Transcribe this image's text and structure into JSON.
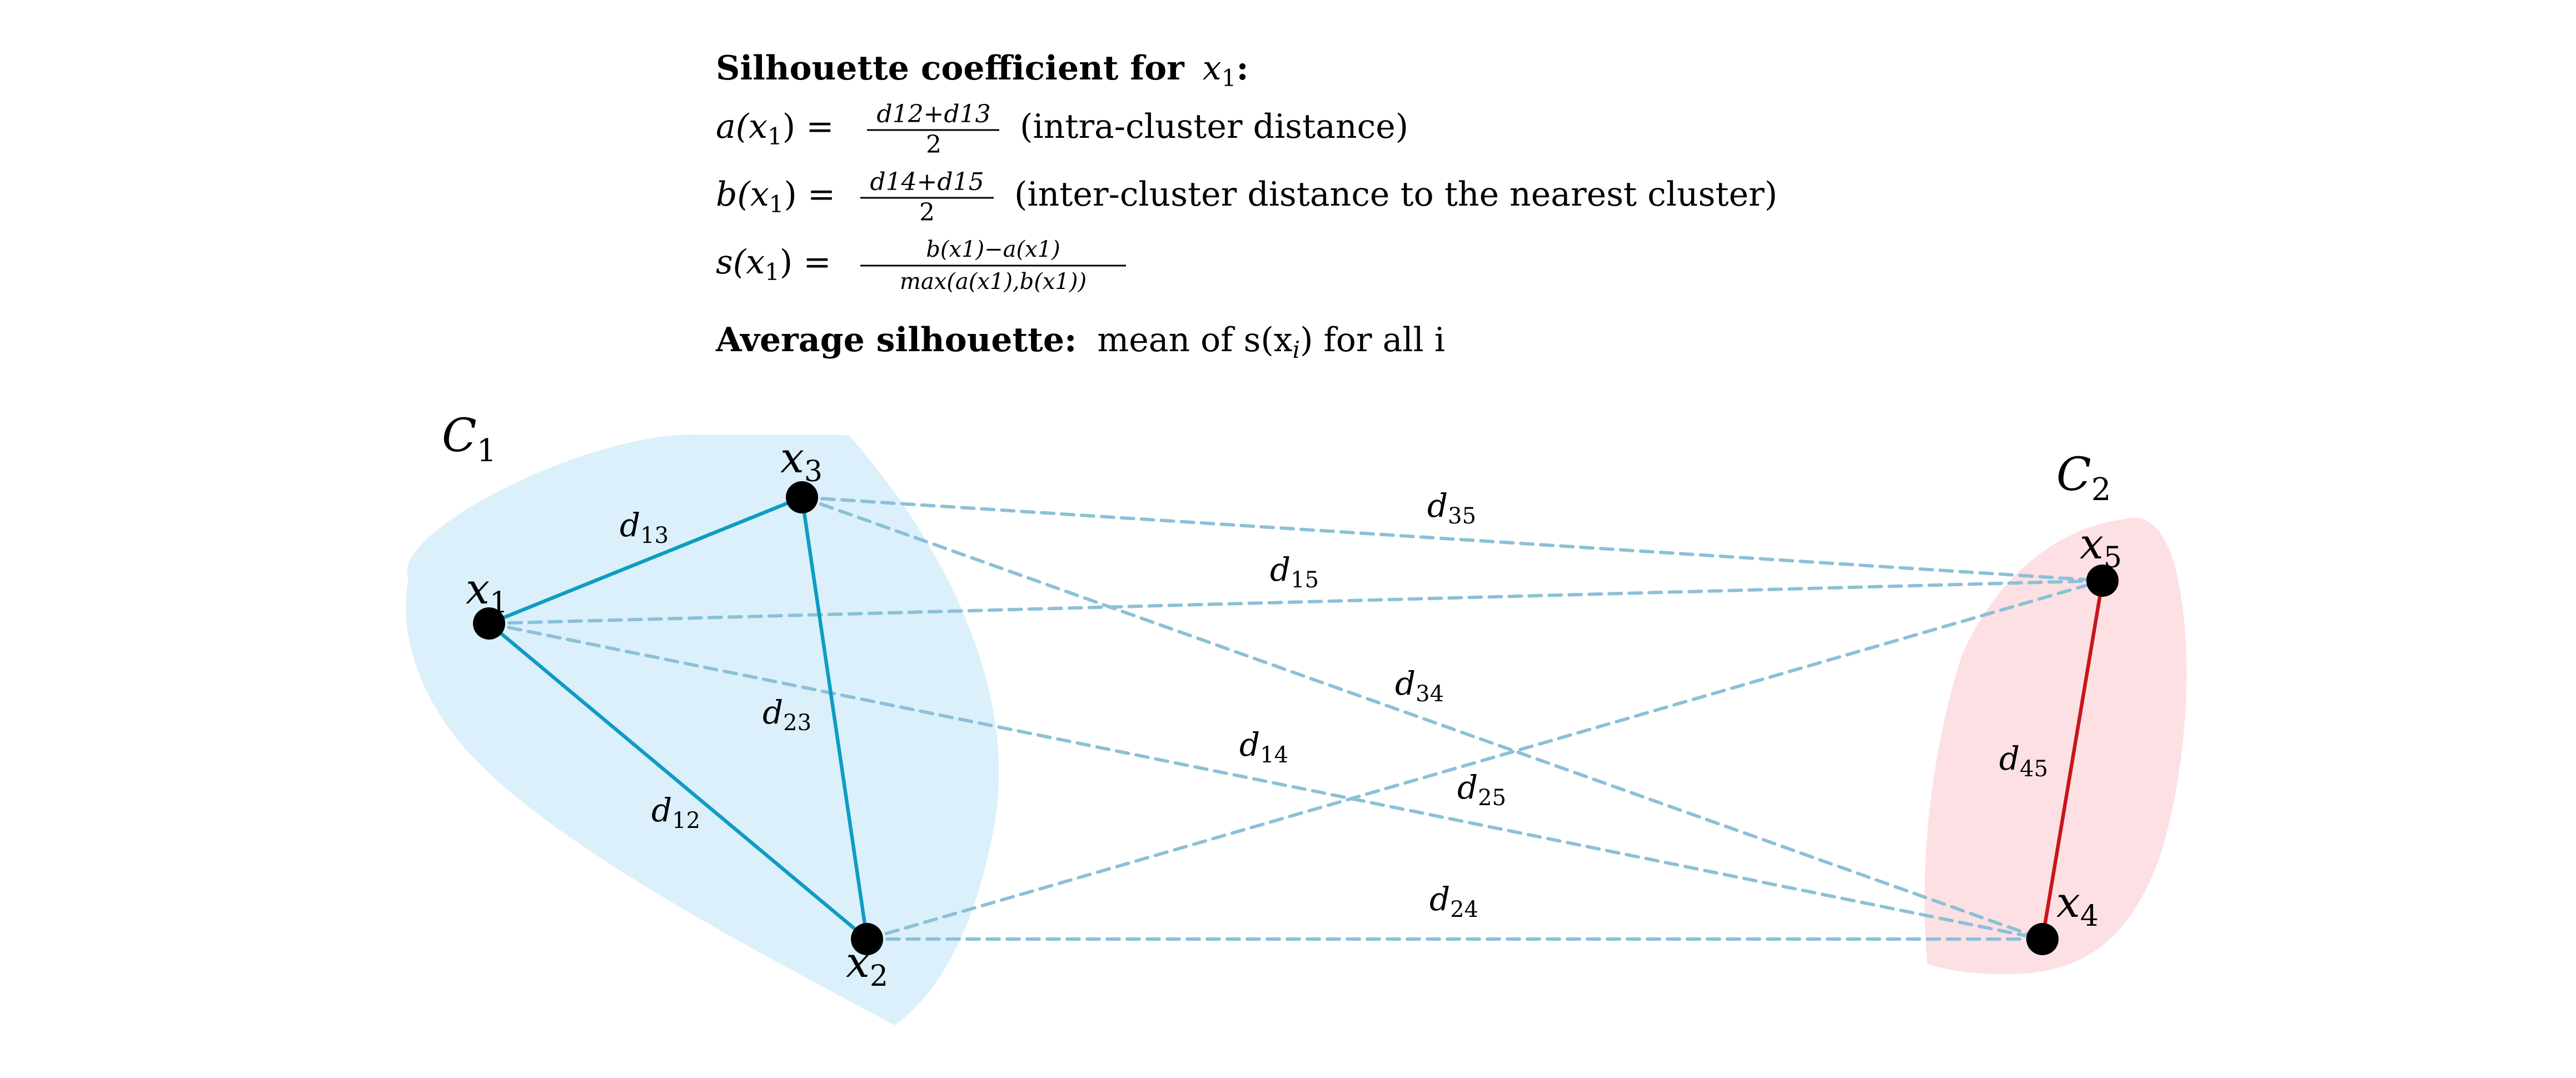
{
  "colors": {
    "cluster1_fill": "#dbf0fa",
    "cluster2_fill": "#fde0e3",
    "intra1_edge": "#0e9cc4",
    "intra2_edge": "#c8151b",
    "inter_edge": "#8cc0d8",
    "point": "#000000"
  },
  "formulas": {
    "heading": "Silhouette coefficient for",
    "heading_var": "x",
    "heading_sub": "1",
    "heading_colon": ":",
    "a_lhs": "a(x",
    "a_lhs_sub": "1",
    "a_lhs_end": ") =",
    "a_num": "d12+d13",
    "a_den": "2",
    "a_desc": "(intra-cluster distance)",
    "b_lhs": "b(x",
    "b_lhs_sub": "1",
    "b_lhs_end": ") =",
    "b_num": "d14+d15",
    "b_den": "2",
    "b_desc": "(inter-cluster distance to the nearest cluster)",
    "s_lhs": "s(x",
    "s_lhs_sub": "1",
    "s_lhs_end": ") =",
    "s_num": "b(x1)−a(x1)",
    "s_den": "max(a(x1),b(x1))",
    "avg_heading": "Average silhouette:",
    "avg_text": "mean of s(x",
    "avg_sub": "i",
    "avg_end": ") for all i"
  },
  "clusters": [
    {
      "id": "C1",
      "label": "C",
      "sub": "1"
    },
    {
      "id": "C2",
      "label": "C",
      "sub": "2"
    }
  ],
  "points": [
    {
      "id": "x1",
      "label": "x",
      "sub": "1"
    },
    {
      "id": "x2",
      "label": "x",
      "sub": "2"
    },
    {
      "id": "x3",
      "label": "x",
      "sub": "3"
    },
    {
      "id": "x4",
      "label": "x",
      "sub": "4"
    },
    {
      "id": "x5",
      "label": "x",
      "sub": "5"
    }
  ],
  "edges": [
    {
      "id": "d13",
      "from": "x1",
      "to": "x3",
      "kind": "intra1",
      "label": "d",
      "sub": "13"
    },
    {
      "id": "d12",
      "from": "x1",
      "to": "x2",
      "kind": "intra1",
      "label": "d",
      "sub": "12"
    },
    {
      "id": "d23",
      "from": "x3",
      "to": "x2",
      "kind": "intra1",
      "label": "d",
      "sub": "23"
    },
    {
      "id": "d45",
      "from": "x5",
      "to": "x4",
      "kind": "intra2",
      "label": "d",
      "sub": "45"
    },
    {
      "id": "d35",
      "from": "x3",
      "to": "x5",
      "kind": "inter",
      "label": "d",
      "sub": "35"
    },
    {
      "id": "d15",
      "from": "x1",
      "to": "x5",
      "kind": "inter",
      "label": "d",
      "sub": "15"
    },
    {
      "id": "d34",
      "from": "x3",
      "to": "x4",
      "kind": "inter",
      "label": "d",
      "sub": "34"
    },
    {
      "id": "d14",
      "from": "x1",
      "to": "x4",
      "kind": "inter",
      "label": "d",
      "sub": "14"
    },
    {
      "id": "d25",
      "from": "x2",
      "to": "x5",
      "kind": "inter",
      "label": "d",
      "sub": "25"
    },
    {
      "id": "d24",
      "from": "x2",
      "to": "x4",
      "kind": "inter",
      "label": "d",
      "sub": "24"
    }
  ]
}
